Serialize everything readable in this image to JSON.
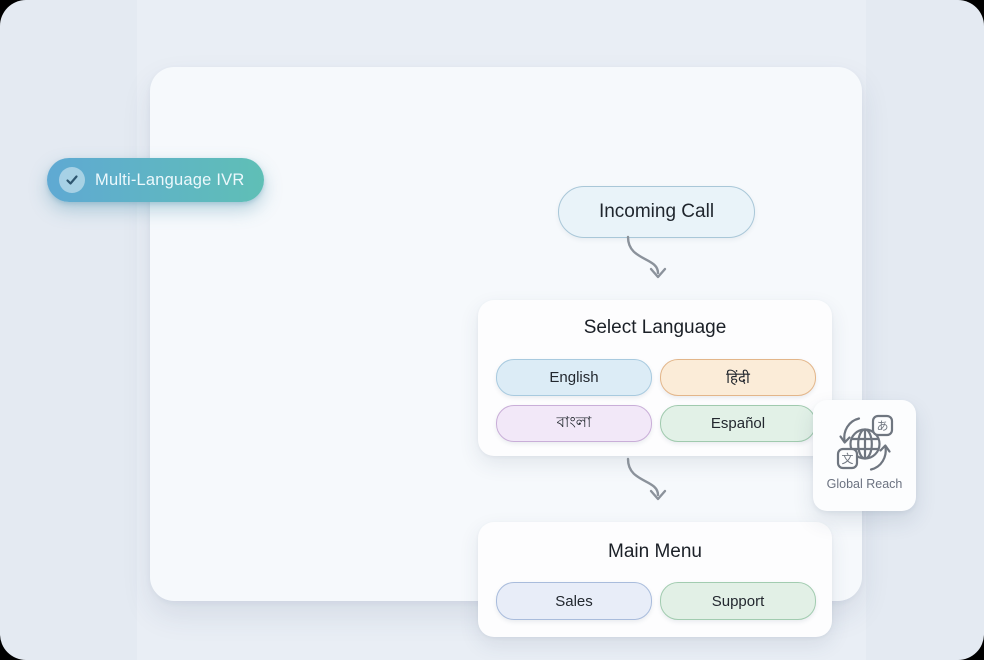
{
  "badge": {
    "label": "Multi-Language IVR",
    "icon": "check-circle",
    "gradient_from": "#5fa9d3",
    "gradient_to": "#5fbfb6"
  },
  "flow": {
    "incoming_call": {
      "label": "Incoming Call"
    },
    "select_language": {
      "title": "Select Language",
      "options": [
        {
          "label": "English",
          "bg": "#dcecf6",
          "border": "#a8cadf"
        },
        {
          "label": "हिंदी",
          "bg": "#fbecd8",
          "border": "#e3b68a"
        },
        {
          "label": "বাংলা",
          "bg": "#f2e8f8",
          "border": "#c9aed8"
        },
        {
          "label": "Español",
          "bg": "#e2f1e7",
          "border": "#a0caae"
        }
      ]
    },
    "main_menu": {
      "title": "Main Menu",
      "options": [
        {
          "label": "Sales",
          "bg": "#e8edf8",
          "border": "#a9bcdc"
        },
        {
          "label": "Support",
          "bg": "#e2f0e6",
          "border": "#a2ccb0"
        }
      ]
    }
  },
  "global_reach": {
    "label": "Global Reach",
    "icon": "translate-globe",
    "glyph_top": "あ",
    "glyph_bottom": "文"
  },
  "colors": {
    "page_background": "#e4eaf2",
    "panel_background": "#f6f9fc",
    "card_background": "#fdfdfe",
    "arrow": "#8b929b",
    "text_dark": "#1f252d",
    "text_gray": "#6b7280"
  }
}
